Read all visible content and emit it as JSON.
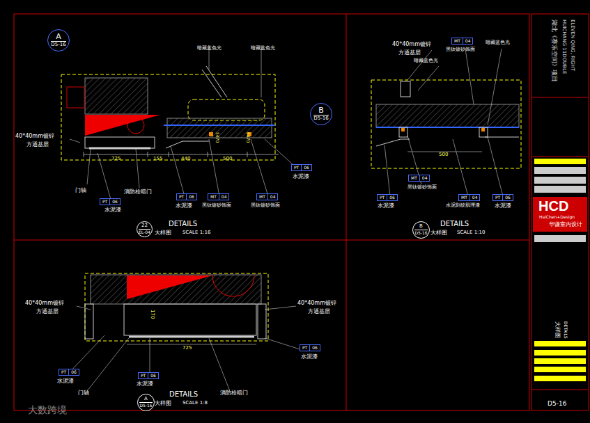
{
  "diagram": {
    "nodes": [
      {
        "text": [
          "A",
          "D5-16"
        ]
      },
      {
        "text": [
          "B",
          "D5-16"
        ]
      },
      {
        "text": [
          "PT",
          "06"
        ]
      },
      {
        "text": [
          "PT",
          "06"
        ]
      },
      {
        "text": [
          "MT",
          "04"
        ]
      },
      {
        "text": [
          "MT",
          "04"
        ]
      },
      {
        "text": [
          "PT",
          "06"
        ]
      },
      {
        "text": [
          "22",
          "EL-04"
        ]
      },
      {
        "text": [
          "MT",
          "04"
        ]
      },
      {
        "text": [
          "MT",
          "04"
        ]
      },
      {
        "text": [
          "PT",
          "06"
        ]
      },
      {
        "text": [
          "MT",
          "04"
        ]
      },
      {
        "text": [
          "PT",
          "06"
        ]
      },
      {
        "text": [
          "B",
          "D5-16"
        ]
      },
      {
        "text": [
          "PT",
          "06"
        ]
      },
      {
        "text": [
          "PT",
          "06"
        ]
      },
      {
        "text": [
          "PT",
          "06"
        ]
      },
      {
        "text": [
          "A",
          "D5-16"
        ]
      }
    ],
    "labels": [
      "暗藏蓝色光",
      "暗藏蓝色光",
      "40*40mm镀锌",
      "方通基层",
      "725",
      "155",
      "440",
      "500",
      "5470",
      "5470",
      "门轴",
      "消防栓暗门",
      "水泥漆",
      "水泥漆",
      "黑钛镀砂饰面",
      "黑钛镀砂饰面",
      "水泥漆",
      "DETAILS",
      "大样图",
      "SCALE 1:16",
      "40*40mm镀锌",
      "方通基层",
      "黑钛镀砂饰面",
      "暗藏蓝色光",
      "暗藏蓝色光",
      "500",
      "黑钛镀砂饰面",
      "水泥漆",
      "水泥刻纹肌理漆",
      "水泥漆",
      "DETAILS",
      "大样图",
      "SCALE 1:10",
      "40*40mm镀锌",
      "方通基层",
      "40*40mm镀锌",
      "方通基层",
      "725",
      "170",
      "水泥漆",
      "水泥漆",
      "门轴",
      "水泥漆",
      "消防栓暗门",
      "DETAILS",
      "大样图",
      "SCALE 1:8",
      "湖北《赛乐空间》项目",
      "HUICHANG 11DOUBLE",
      "ELEVEN QING, RIGHT",
      "HCD",
      "HaiChen+Design",
      "华谦室内设计",
      "大样图",
      "DETAILS",
      "D5-16",
      "大数跨境"
    ]
  }
}
